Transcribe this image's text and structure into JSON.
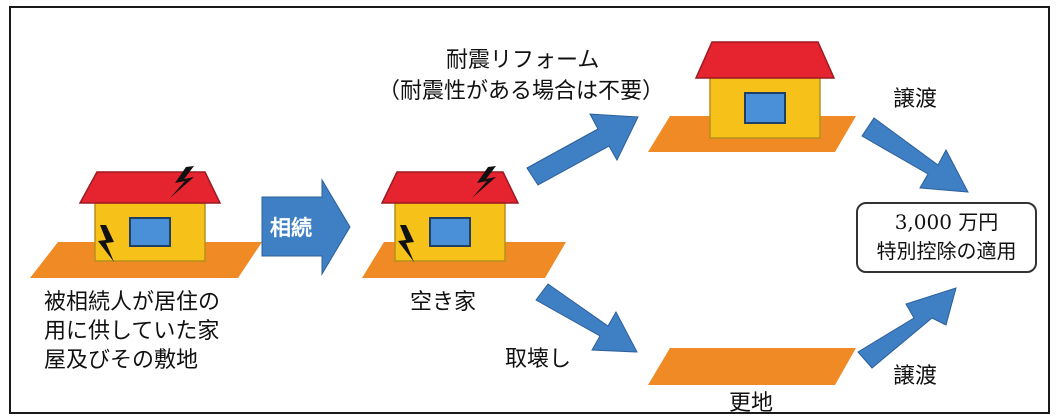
{
  "reform": {
    "title": "耐震リフォーム",
    "note": "（耐震性がある場合は不要）"
  },
  "transfer_top": "譲渡",
  "transfer_bottom": "譲渡",
  "inherit": "相続",
  "vacant_house": "空き家",
  "demolish": "取壊し",
  "vacant_lot": "更地",
  "origin_lines": [
    "被相続人が居住の",
    "用に供していた家",
    "屋及びその敷地"
  ],
  "result": {
    "amount": "3,000 万円",
    "label": "特別控除の適用"
  },
  "colors": {
    "roof": "#e52430",
    "wall": "#f6c21a",
    "window": "#4a90d9",
    "land": "#f08a24",
    "arrow": "#3f7fc4",
    "bolt": "#111111"
  }
}
